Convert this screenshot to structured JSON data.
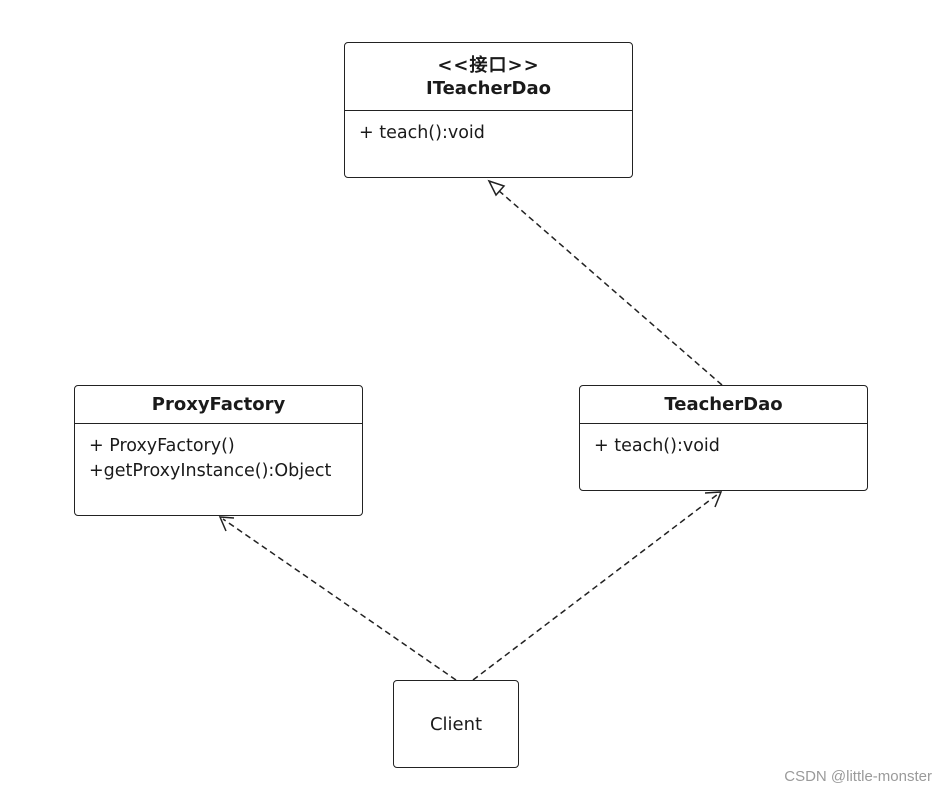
{
  "classes": {
    "iteacherdao": {
      "stereotype": "<<接口>>",
      "name": "ITeacherDao",
      "members": [
        "+ teach():void"
      ]
    },
    "proxyfactory": {
      "name": "ProxyFactory",
      "members": [
        "+ ProxyFactory()",
        "+getProxyInstance():Object"
      ]
    },
    "teacherdao": {
      "name": "TeacherDao",
      "members": [
        "+ teach():void"
      ]
    },
    "client": {
      "name": "Client"
    }
  },
  "relations": [
    {
      "from": "TeacherDao",
      "to": "ITeacherDao",
      "type": "realization"
    },
    {
      "from": "Client",
      "to": "ProxyFactory",
      "type": "dependency"
    },
    {
      "from": "Client",
      "to": "TeacherDao",
      "type": "dependency"
    }
  ],
  "watermark": "CSDN @little-monster"
}
